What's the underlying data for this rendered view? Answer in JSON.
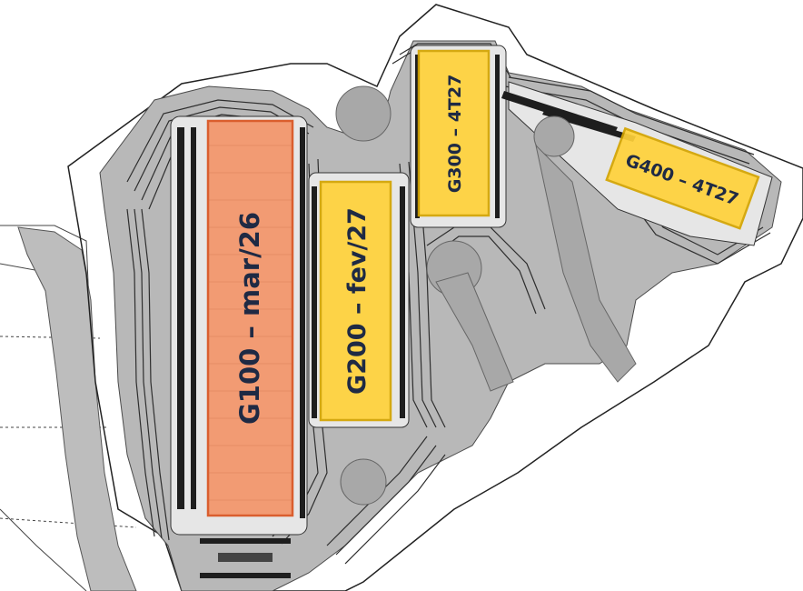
{
  "site_plan": {
    "buildings": [
      {
        "id": "G100",
        "label": "G100 – mar/26",
        "status_color": "#f4956a"
      },
      {
        "id": "G200",
        "label": "G200 – fev/27",
        "status_color": "#ffd23a"
      },
      {
        "id": "G300",
        "label": "G300 – 4T27",
        "status_color": "#ffd23a"
      },
      {
        "id": "G400",
        "label": "G400 – 4T27",
        "status_color": "#ffd23a"
      }
    ]
  },
  "colors": {
    "terrain": "#bdbdbd",
    "terrain_dark": "#9a9a9a",
    "slope_lines": "#3a3a3a",
    "outline": "#1f2a44",
    "label_text": "#1f2a44"
  }
}
